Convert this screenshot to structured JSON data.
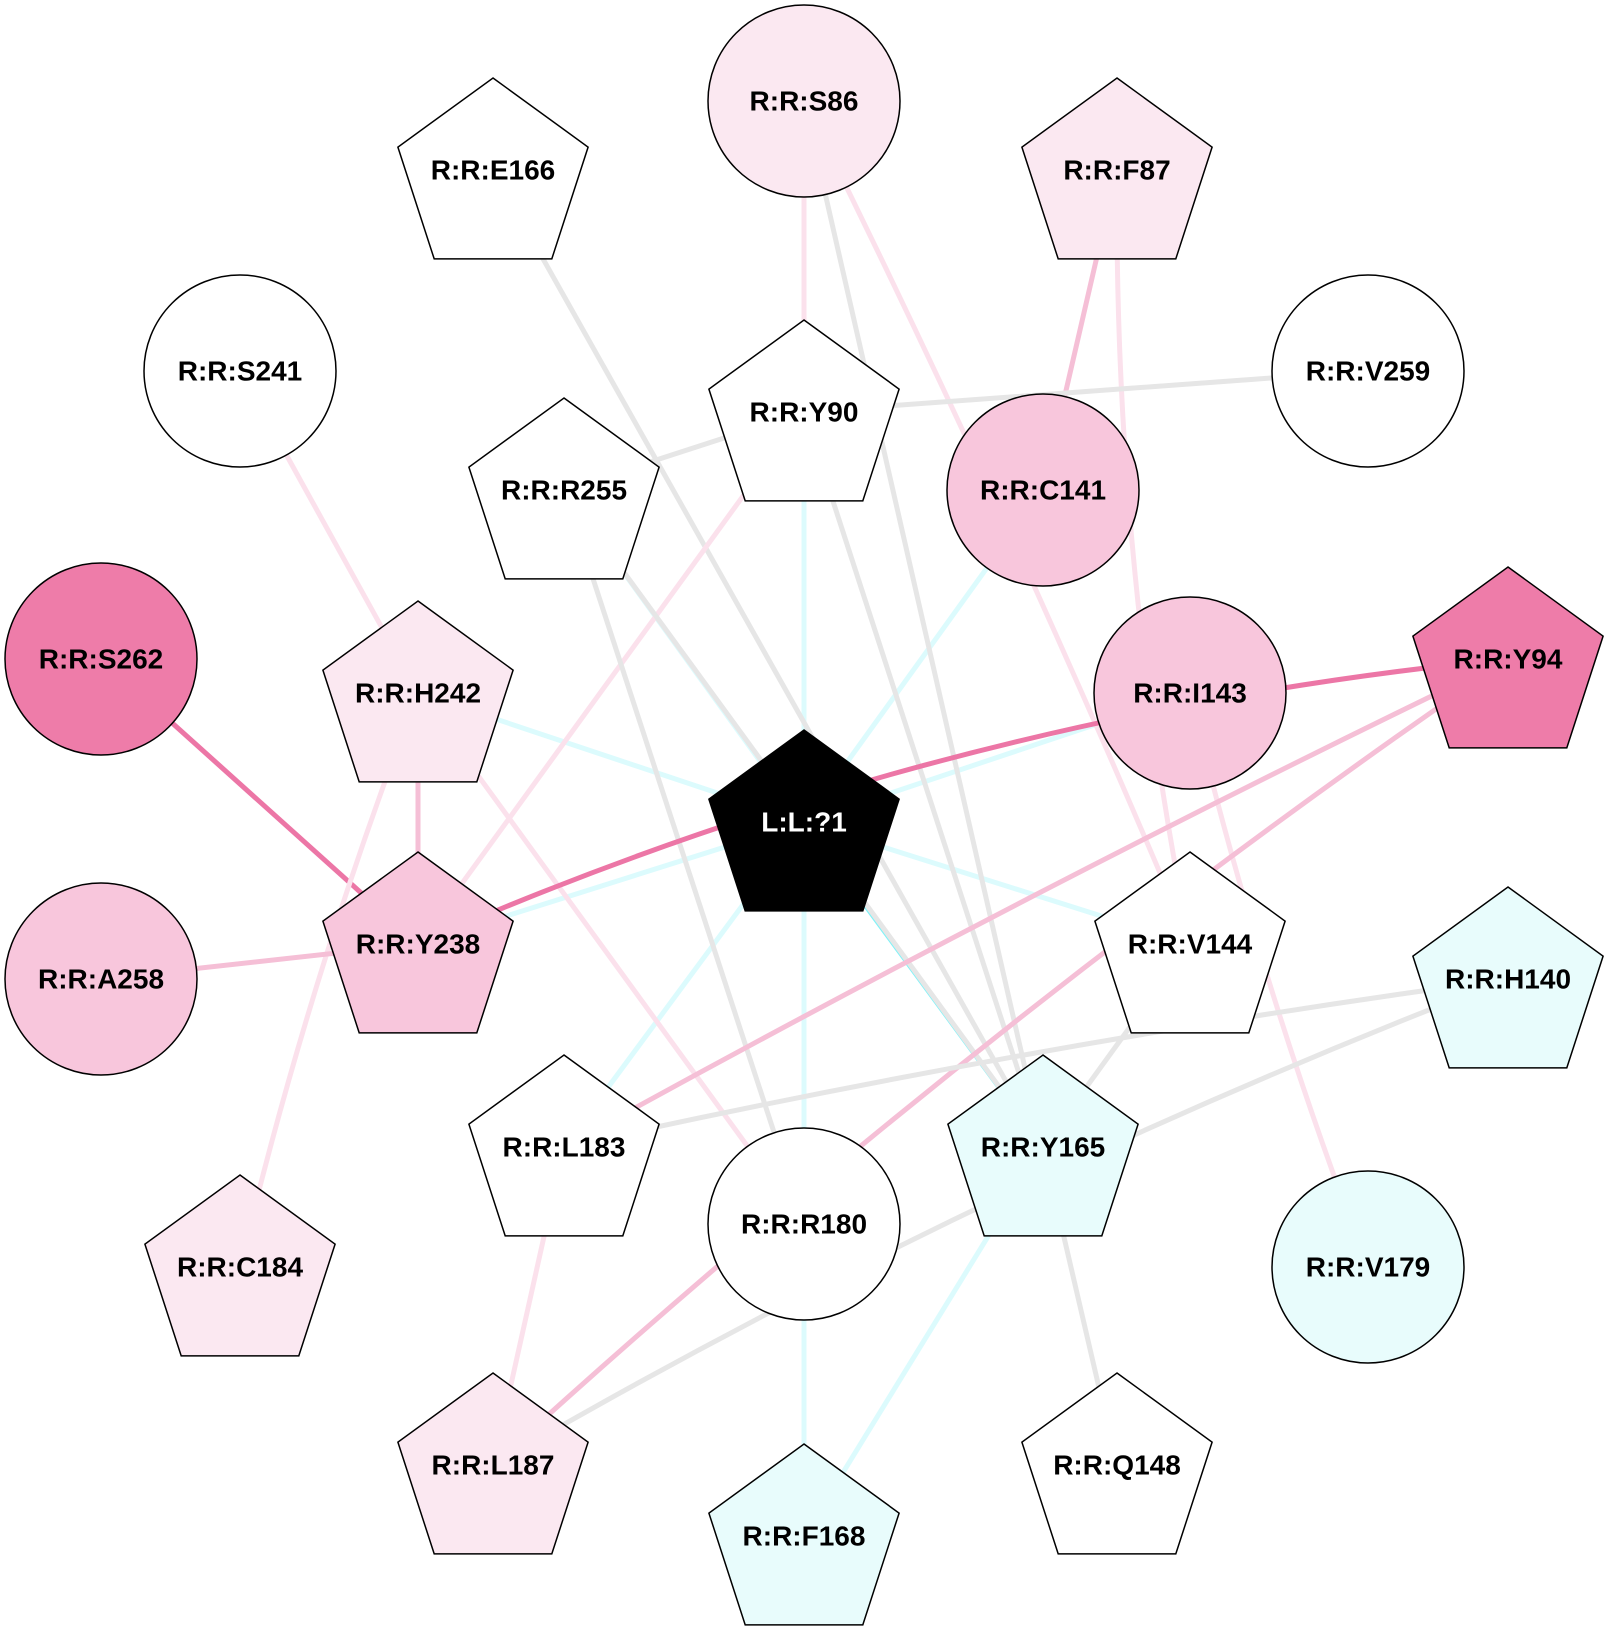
{
  "colors": {
    "white": "#ffffff",
    "black": "#000000",
    "pink_light": "#fbe8f1",
    "pink_mid": "#f8c6dc",
    "pink_dark": "#ee7ca9",
    "cyan_light": "#e8fcfc",
    "edge_gray": "#e6e6e6",
    "edge_pink_light": "#fbe1ec",
    "edge_pink_mid": "#f5bfd6",
    "edge_pink_dark": "#ec76a6",
    "edge_cyan_light": "#dcfbfd",
    "edge_cyan_dark": "#7ff2f7"
  },
  "nodes": [
    {
      "id": "L1",
      "label": "L:L:?1",
      "shape": "pentagon",
      "fill": "black",
      "text": "white"
    },
    {
      "id": "S86",
      "label": "R:R:S86",
      "shape": "circle",
      "fill": "pink_light"
    },
    {
      "id": "E166",
      "label": "R:R:E166",
      "shape": "pentagon",
      "fill": "white"
    },
    {
      "id": "F87",
      "label": "R:R:F87",
      "shape": "pentagon",
      "fill": "pink_light"
    },
    {
      "id": "S241",
      "label": "R:R:S241",
      "shape": "circle",
      "fill": "white"
    },
    {
      "id": "Y90",
      "label": "R:R:Y90",
      "shape": "pentagon",
      "fill": "white"
    },
    {
      "id": "V259",
      "label": "R:R:V259",
      "shape": "circle",
      "fill": "white"
    },
    {
      "id": "R255",
      "label": "R:R:R255",
      "shape": "pentagon",
      "fill": "white"
    },
    {
      "id": "C141",
      "label": "R:R:C141",
      "shape": "circle",
      "fill": "pink_mid"
    },
    {
      "id": "S262",
      "label": "R:R:S262",
      "shape": "circle",
      "fill": "pink_dark"
    },
    {
      "id": "H242",
      "label": "R:R:H242",
      "shape": "pentagon",
      "fill": "pink_light"
    },
    {
      "id": "I143",
      "label": "R:R:I143",
      "shape": "circle",
      "fill": "pink_mid"
    },
    {
      "id": "Y94",
      "label": "R:R:Y94",
      "shape": "pentagon",
      "fill": "pink_dark"
    },
    {
      "id": "A258",
      "label": "R:R:A258",
      "shape": "circle",
      "fill": "pink_mid"
    },
    {
      "id": "Y238",
      "label": "R:R:Y238",
      "shape": "pentagon",
      "fill": "pink_mid"
    },
    {
      "id": "V144",
      "label": "R:R:V144",
      "shape": "pentagon",
      "fill": "white"
    },
    {
      "id": "H140",
      "label": "R:R:H140",
      "shape": "pentagon",
      "fill": "cyan_light"
    },
    {
      "id": "L183",
      "label": "R:R:L183",
      "shape": "pentagon",
      "fill": "white"
    },
    {
      "id": "Y165",
      "label": "R:R:Y165",
      "shape": "pentagon",
      "fill": "cyan_light"
    },
    {
      "id": "R180",
      "label": "R:R:R180",
      "shape": "circle",
      "fill": "white"
    },
    {
      "id": "C184",
      "label": "R:R:C184",
      "shape": "pentagon",
      "fill": "pink_light"
    },
    {
      "id": "V179",
      "label": "R:R:V179",
      "shape": "circle",
      "fill": "cyan_light"
    },
    {
      "id": "L187",
      "label": "R:R:L187",
      "shape": "pentagon",
      "fill": "pink_light"
    },
    {
      "id": "Q148",
      "label": "R:R:Q148",
      "shape": "pentagon",
      "fill": "white"
    },
    {
      "id": "F168",
      "label": "R:R:F168",
      "shape": "pentagon",
      "fill": "cyan_light"
    }
  ],
  "edges": [
    {
      "source": "L1",
      "target": "Y90",
      "color": "edge_cyan_light"
    },
    {
      "source": "L1",
      "target": "R255",
      "color": "edge_cyan_light"
    },
    {
      "source": "L1",
      "target": "C141",
      "color": "edge_cyan_light"
    },
    {
      "source": "L1",
      "target": "H242",
      "color": "edge_cyan_light"
    },
    {
      "source": "L1",
      "target": "I143",
      "color": "edge_cyan_light"
    },
    {
      "source": "L1",
      "target": "Y238",
      "color": "edge_cyan_light"
    },
    {
      "source": "L1",
      "target": "V144",
      "color": "edge_cyan_light"
    },
    {
      "source": "L1",
      "target": "L183",
      "color": "edge_cyan_light"
    },
    {
      "source": "L1",
      "target": "R180",
      "color": "edge_cyan_light"
    },
    {
      "source": "L1",
      "target": "Y165",
      "color": "edge_cyan_dark"
    },
    {
      "source": "L1",
      "target": "F168",
      "color": "edge_cyan_light"
    },
    {
      "source": "S86",
      "target": "Y90",
      "color": "edge_pink_light"
    },
    {
      "source": "S86",
      "target": "Y165",
      "color": "edge_gray"
    },
    {
      "source": "S86",
      "target": "V144",
      "color": "edge_pink_light"
    },
    {
      "source": "E166",
      "target": "Y165",
      "color": "edge_gray"
    },
    {
      "source": "F87",
      "target": "C141",
      "color": "edge_pink_mid"
    },
    {
      "source": "F87",
      "target": "V144",
      "color": "edge_pink_light"
    },
    {
      "source": "S241",
      "target": "H242",
      "color": "edge_pink_light"
    },
    {
      "source": "Y90",
      "target": "V259",
      "color": "edge_gray"
    },
    {
      "source": "Y90",
      "target": "R255",
      "color": "edge_gray"
    },
    {
      "source": "Y90",
      "target": "Y165",
      "color": "edge_gray"
    },
    {
      "source": "Y90",
      "target": "Y238",
      "color": "edge_pink_light"
    },
    {
      "source": "R255",
      "target": "R180",
      "color": "edge_gray"
    },
    {
      "source": "R255",
      "target": "Y165",
      "color": "edge_gray"
    },
    {
      "source": "S262",
      "target": "Y238",
      "color": "edge_pink_dark"
    },
    {
      "source": "H242",
      "target": "Y238",
      "color": "edge_pink_mid"
    },
    {
      "source": "H242",
      "target": "R180",
      "color": "edge_pink_light"
    },
    {
      "source": "H242",
      "target": "C184",
      "color": "edge_pink_light"
    },
    {
      "source": "I143",
      "target": "V179",
      "color": "edge_pink_light"
    },
    {
      "source": "Y94",
      "target": "Y238",
      "color": "edge_pink_dark"
    },
    {
      "source": "Y94",
      "target": "L183",
      "color": "edge_pink_mid"
    },
    {
      "source": "Y94",
      "target": "L187",
      "color": "edge_pink_mid"
    },
    {
      "source": "A258",
      "target": "Y238",
      "color": "edge_pink_mid"
    },
    {
      "source": "V144",
      "target": "Y165",
      "color": "edge_gray"
    },
    {
      "source": "H140",
      "target": "L183",
      "color": "edge_gray"
    },
    {
      "source": "H140",
      "target": "L187",
      "color": "edge_gray"
    },
    {
      "source": "L183",
      "target": "L187",
      "color": "edge_pink_light"
    },
    {
      "source": "Y165",
      "target": "Q148",
      "color": "edge_gray"
    },
    {
      "source": "Y165",
      "target": "F168",
      "color": "edge_cyan_light"
    }
  ]
}
